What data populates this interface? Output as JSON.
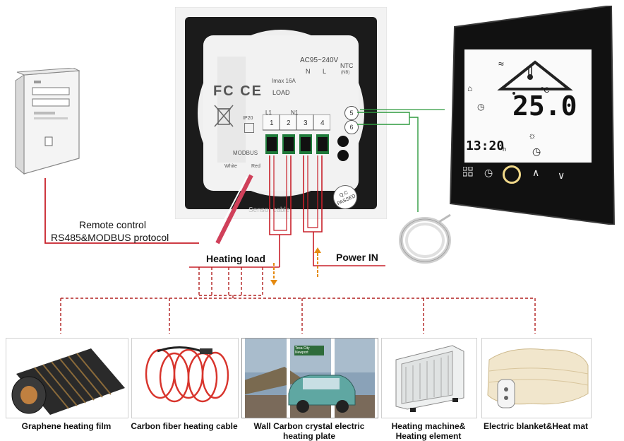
{
  "thermostat_back": {
    "power_rating": "AC95~240V",
    "current_rating": "Imax 16A",
    "terminal_N": "N",
    "terminal_L": "L",
    "ntc_label": "NTC",
    "ntc_sub": "(NB)",
    "load_label": "LOAD",
    "l1_label": "L1",
    "n1_label": "N1",
    "terminals": [
      "1",
      "2",
      "3",
      "4"
    ],
    "sensor_terminals": [
      "5",
      "6"
    ],
    "modbus_label": "MODBUS",
    "wire_white": "White",
    "wire_red": "Red",
    "ip_rating": "IP20",
    "sensor_cable_text": "Sensor cable",
    "qc_text": "Q.C PASSED"
  },
  "thermostat_display": {
    "temperature": "25.0",
    "unit": "°C",
    "clock": "13:20",
    "clock_suffix": "h"
  },
  "annotations": {
    "remote_control": "Remote control",
    "protocol": "RS485&MODBUS protocol",
    "heating_load": "Heating load",
    "power_in": "Power IN"
  },
  "colors": {
    "wire_red": "#c8202a",
    "sensor_green": "#2e9a3e",
    "arrow_orange": "#e58a10",
    "dashed_red": "#b02020"
  },
  "products": [
    {
      "caption": "Graphene heating film"
    },
    {
      "caption": "Carbon fiber heating cable"
    },
    {
      "caption": "Wall Carbon crystal electric heating plate"
    },
    {
      "caption": "Heating machine& Heating element"
    },
    {
      "caption": "Electric blanket&Heat mat"
    }
  ],
  "car_photo_sign": "Tesa City Newport"
}
